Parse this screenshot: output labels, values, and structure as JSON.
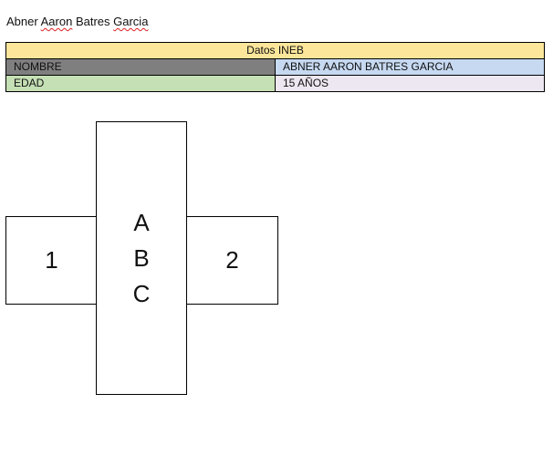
{
  "document": {
    "title_parts": [
      "Abner",
      "Aaron",
      "Batres",
      "Garcia"
    ]
  },
  "table": {
    "header": "Datos INEB",
    "rows": [
      {
        "label": "NOMBRE",
        "value": "ABNER AARON BATRES GARCIA"
      },
      {
        "label": "EDAD",
        "value": "15 AÑOS"
      }
    ]
  },
  "shape": {
    "left_label": "1",
    "right_label": "2",
    "center_letters": [
      "A",
      "B",
      "C"
    ]
  },
  "colors": {
    "header_fill": "#fbe69a",
    "nombre_label_fill": "#7f7f7f",
    "nombre_value_fill": "#c6d9f1",
    "edad_label_fill": "#c5e0b4",
    "edad_value_fill": "#ede7f1",
    "border": "#000000",
    "spellcheck_underline": "#e02020"
  }
}
